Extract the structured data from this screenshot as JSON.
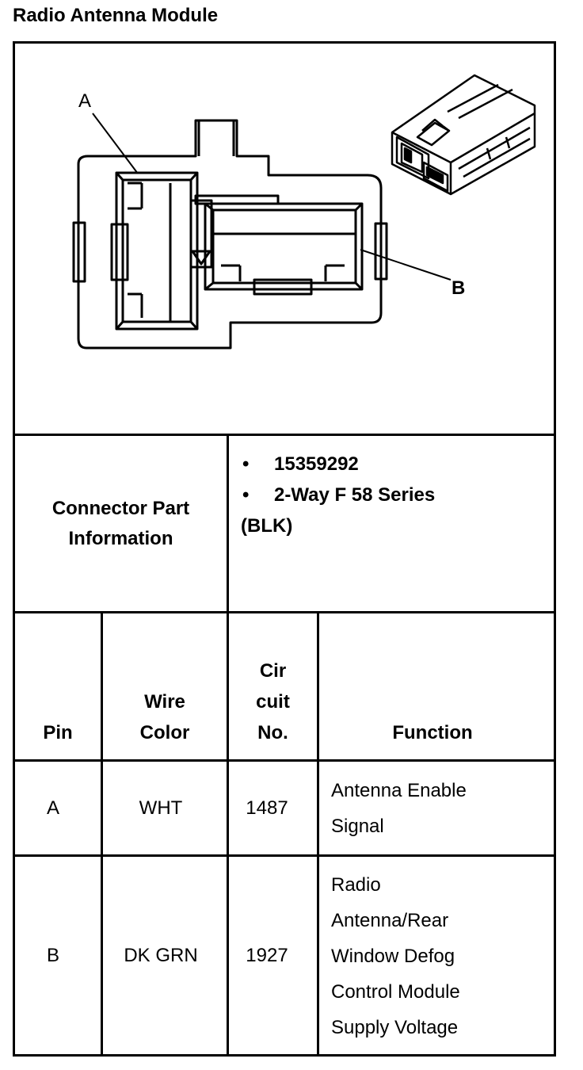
{
  "title": "Radio Antenna Module",
  "diagram": {
    "label_a": "A",
    "label_b": "B"
  },
  "connector": {
    "label": "Connector Part Information",
    "items": [
      "15359292",
      "2-Way F 58 Series"
    ],
    "color": "(BLK)"
  },
  "table": {
    "headers": {
      "pin": "Pin",
      "wire_color": [
        "Wire",
        "Color"
      ],
      "circuit": [
        "Cir",
        "cuit",
        "No."
      ],
      "function": "Function"
    },
    "rows": [
      {
        "pin": "A",
        "wire_color": "WHT",
        "circuit": "1487",
        "function": [
          "Antenna Enable",
          "Signal"
        ]
      },
      {
        "pin": "B",
        "wire_color": "DK GRN",
        "circuit": "1927",
        "function": [
          "Radio",
          "Antenna/Rear",
          "Window Defog",
          "Control Module",
          "Supply Voltage"
        ]
      }
    ]
  }
}
